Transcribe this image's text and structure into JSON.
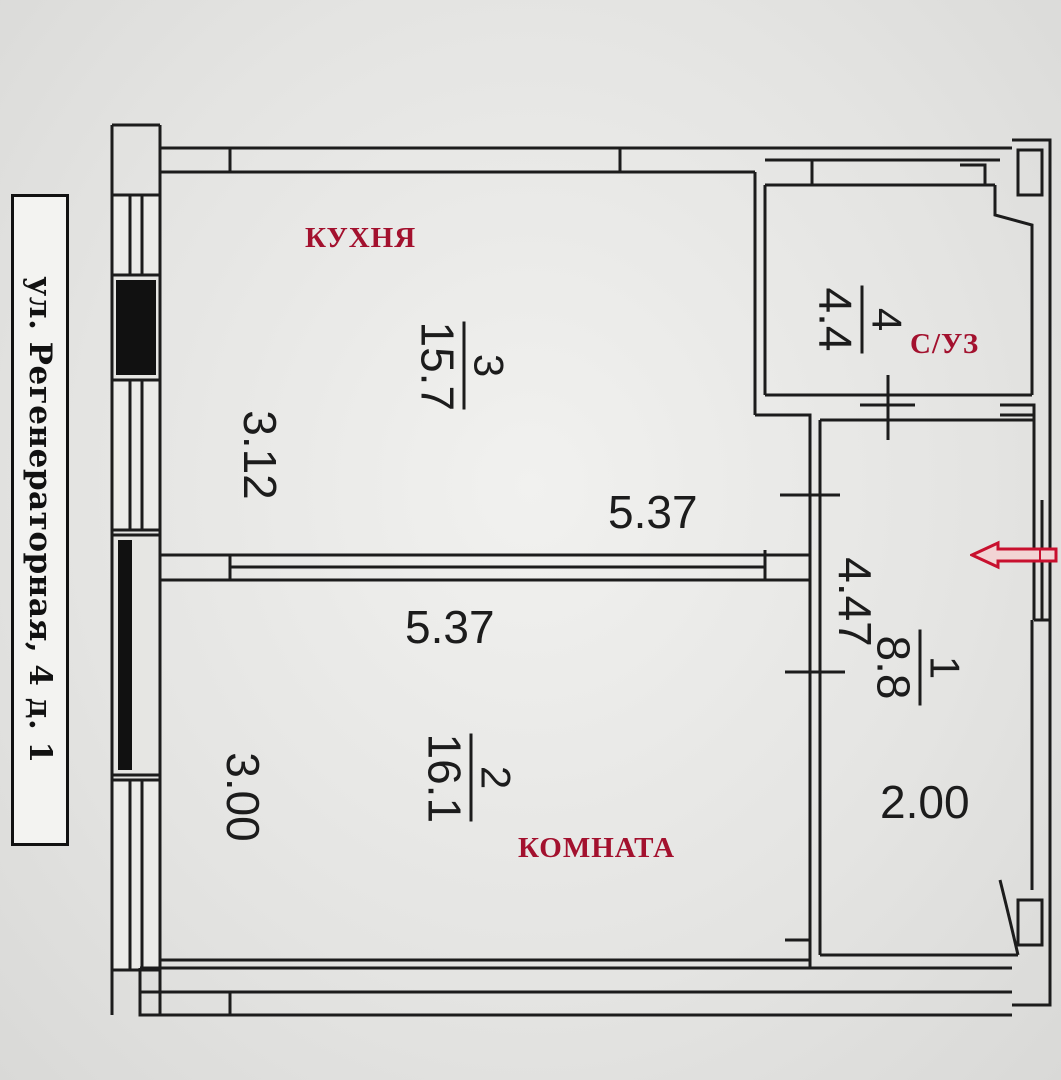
{
  "address": "ул. Регенераторная, 4  д. 1",
  "rooms": {
    "kitchen": {
      "label": "КУХНЯ",
      "number": "3",
      "area": "15.7",
      "width": "3.12",
      "length": "5.37"
    },
    "room": {
      "label": "КОМНАТА",
      "number": "2",
      "area": "16.1",
      "width": "3.00",
      "length": "5.37"
    },
    "bathroom": {
      "label": "С/УЗ",
      "number": "4",
      "area": "4.4"
    },
    "hall": {
      "number": "1",
      "area": "8.8",
      "length": "4.47",
      "width": "2.00"
    }
  },
  "colors": {
    "label": "#a3112e",
    "line": "#1c1c1c",
    "arrow": "#c8102e"
  },
  "entrance_arrow": "arrow-left-icon"
}
